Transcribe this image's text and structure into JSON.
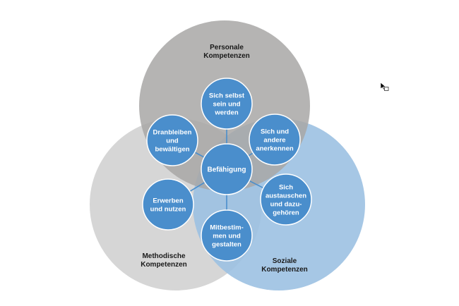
{
  "colors": {
    "personal": "#a8a7a6",
    "methodical": "#d6d6d6",
    "social": "#9cc1e2",
    "node": "#4a8ecc",
    "node_border": "#ffffff",
    "connector": "#4a8ecc",
    "text_dark": "#1a1a1a",
    "text_light": "#ffffff"
  },
  "sets": {
    "personal": [
      "Personale",
      "Kompetenzen"
    ],
    "methodical": [
      "Methodische",
      "Kompetenzen"
    ],
    "social": [
      "Soziale",
      "Kompetenzen"
    ]
  },
  "center": [
    "Befähigung"
  ],
  "nodes": {
    "top": [
      "Sich selbst",
      "sein und",
      "werden"
    ],
    "upper_left": [
      "Dranbleiben",
      "und",
      "bewältigen"
    ],
    "upper_right": [
      "Sich und",
      "andere",
      "anerkennen"
    ],
    "lower_left": [
      "Erwerben",
      "und nutzen"
    ],
    "lower_right": [
      "Sich",
      "austauschen",
      "und dazu-",
      "gehören"
    ],
    "bottom": [
      "Mitbestim-",
      "men und",
      "gestalten"
    ]
  },
  "icons": [
    "mouse-cursor-icon"
  ]
}
